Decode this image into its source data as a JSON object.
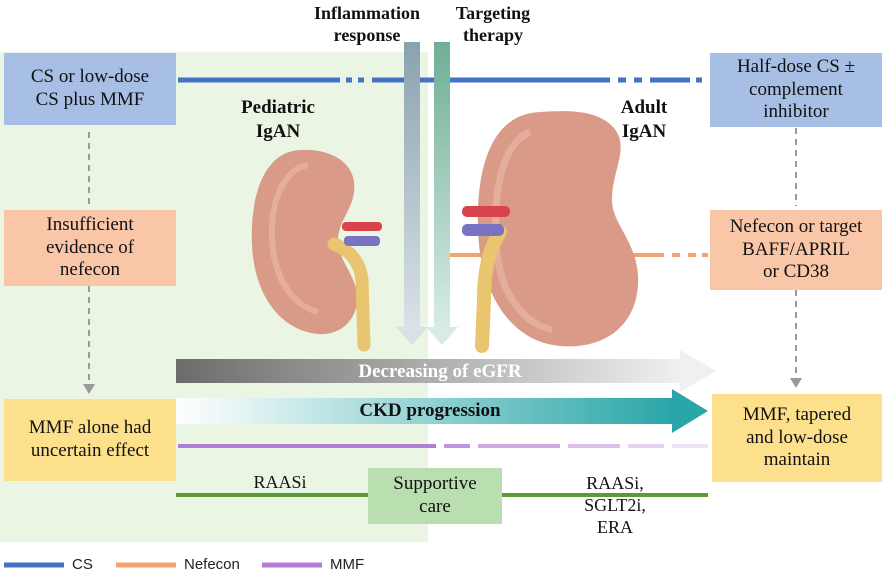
{
  "top_labels": {
    "inflammation": "Inflammation\nresponse",
    "targeting": "Targeting\ntherapy"
  },
  "pediatric": {
    "title": "Pediatric\nIgAN",
    "box1": "CS or low-dose\nCS plus MMF",
    "box2": "Insufficient\nevidence of\nnefecon",
    "box3": "MMF alone had\nuncertain effect",
    "support_label": "RAASi"
  },
  "adult": {
    "title": "Adult\nIgAN",
    "box1": "Half-dose CS ±\ncomplement\ninhibitor",
    "box2": "Nefecon or target\nBAFF/APRIL\nor CD38",
    "box3": "MMF, tapered\nand low-dose\nmaintain",
    "support_label": "RAASi,\nSGLT2i,\nERA"
  },
  "arrows": {
    "egfr": "Decreasing of eGFR",
    "ckd": "CKD progression"
  },
  "supportive_care": "Supportive\ncare",
  "legend": [
    {
      "label": "CS",
      "color": "#4472c4"
    },
    {
      "label": "Nefecon",
      "color": "#f4a26e"
    },
    {
      "label": "MMF",
      "color": "#b07fd4"
    }
  ],
  "colors": {
    "blue_box": "#a7bfe4",
    "orange_box": "#f9c6a8",
    "yellow_box": "#fde08c",
    "green_box": "#b9dfb0",
    "pediatric_bg": "#eaf5e3",
    "supportive_line": "#5a9a3a"
  }
}
